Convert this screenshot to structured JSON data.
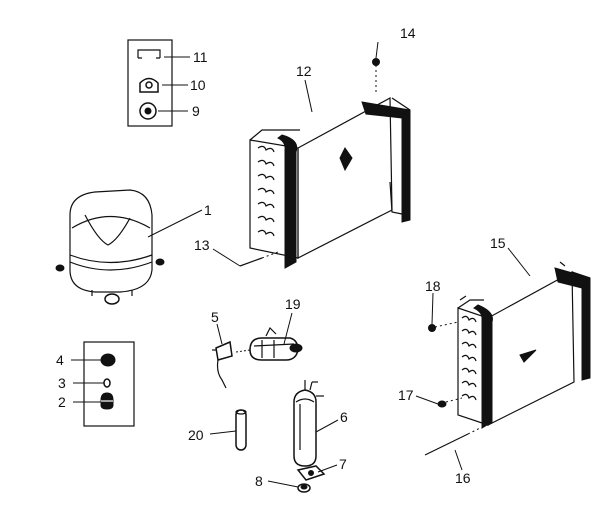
{
  "diagram": {
    "callouts": {
      "p1": "1",
      "p2": "2",
      "p3": "3",
      "p4": "4",
      "p5": "5",
      "p6": "6",
      "p7": "7",
      "p8": "8",
      "p9": "9",
      "p10": "10",
      "p11": "11",
      "p12": "12",
      "p13": "13",
      "p14": "14",
      "p15": "15",
      "p16": "16",
      "p17": "17",
      "p18": "18",
      "p19": "19",
      "p20": "20"
    }
  }
}
